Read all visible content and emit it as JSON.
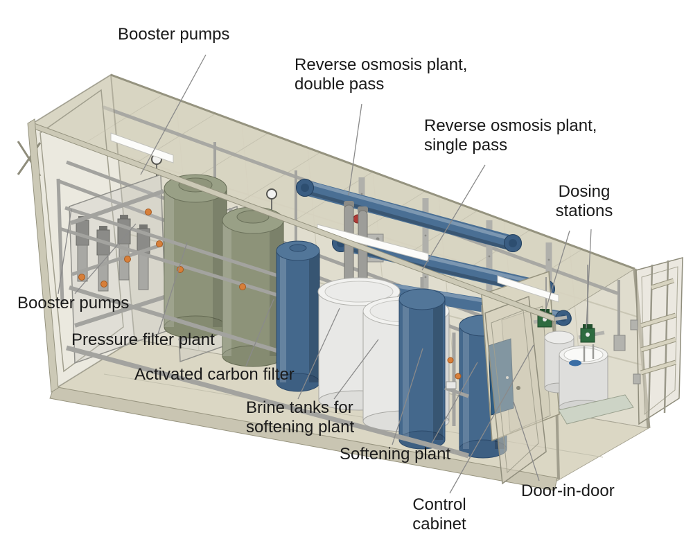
{
  "figure": {
    "kind": "isometric cutaway technical illustration",
    "subject": "Containerized water treatment plant",
    "labels": [
      {
        "id": "booster-pumps-top",
        "lines": [
          "Booster pumps"
        ]
      },
      {
        "id": "ro-plant-double-pass",
        "lines": [
          "Reverse osmosis plant,",
          "double pass"
        ]
      },
      {
        "id": "ro-plant-single-pass",
        "lines": [
          "Reverse osmosis plant,",
          "single pass"
        ]
      },
      {
        "id": "dosing-stations",
        "lines": [
          "Dosing",
          "stations"
        ]
      },
      {
        "id": "booster-pumps-left",
        "lines": [
          "Booster pumps"
        ]
      },
      {
        "id": "pressure-filter-plant",
        "lines": [
          "Pressure filter plant"
        ]
      },
      {
        "id": "activated-carbon-filter",
        "lines": [
          "Activated carbon filter"
        ]
      },
      {
        "id": "brine-tanks",
        "lines": [
          "Brine tanks for",
          "softening plant"
        ]
      },
      {
        "id": "softening-plant",
        "lines": [
          "Softening plant"
        ]
      },
      {
        "id": "control-cabinet",
        "lines": [
          "Control",
          "cabinet"
        ]
      },
      {
        "id": "door-in-door",
        "lines": [
          "Door-in-door"
        ]
      }
    ],
    "palette": {
      "background": "#ffffff",
      "label_text": "#1a1a1a",
      "leader_line": "#8a8a8a",
      "container_shell": "#d8d4c1",
      "filter_tank_green": "#8d9379",
      "vessel_blue": "#44688c",
      "ro_tube_blue": "#4a6f94",
      "tank_white": "#e8e8e6",
      "pipe_gray": "#a3a39f",
      "valve_orange": "#d77f3a",
      "dosing_pump_green": "#2e6b40",
      "cabinet_blue": "#2f5d84"
    }
  }
}
